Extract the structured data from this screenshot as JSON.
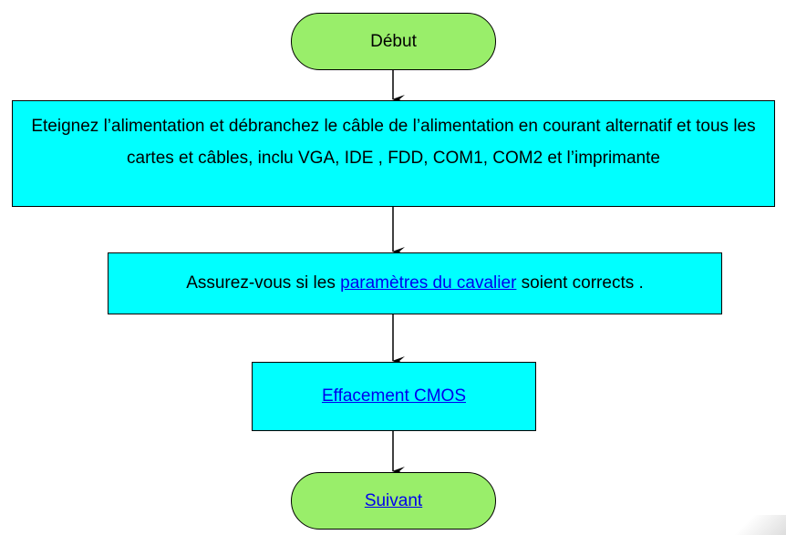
{
  "flow": {
    "start": "Début",
    "step_power": "Eteignez l’alimentation et débranchez le câble de l’alimentation en courant alternatif et tous les cartes et câbles, inclu VGA, IDE , FDD, COM1, COM2 et l’imprimante",
    "step_jumper_before": "Assurez-vous si les ",
    "step_jumper_link": "paramètres du cavalier",
    "step_jumper_after": " soient corrects .",
    "step_cmos_link": "Effacement CMOS",
    "next_link": "Suivant"
  },
  "colors": {
    "terminal_fill": "#99ee6a",
    "process_fill": "#00ffff",
    "link": "#0000ee"
  }
}
